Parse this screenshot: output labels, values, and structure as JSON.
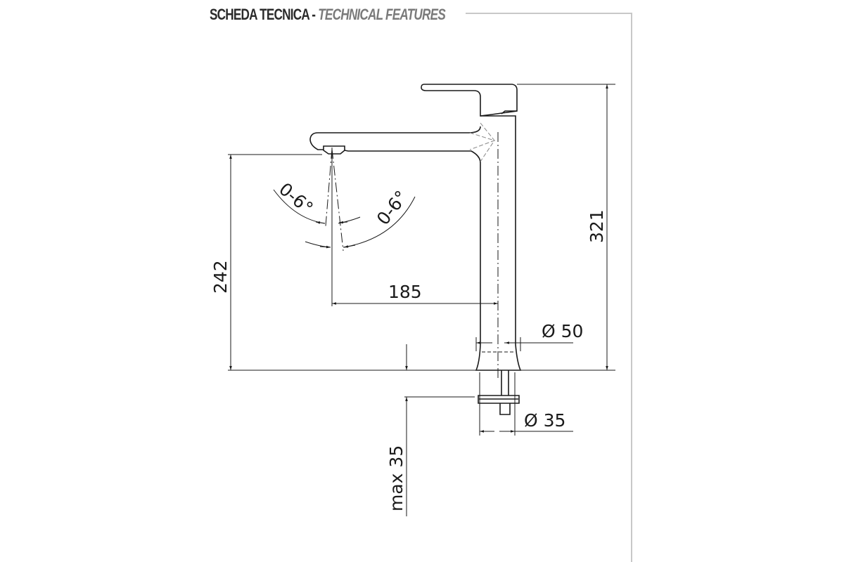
{
  "header": {
    "title_it": "SCHEDA TECNICA -",
    "title_en": "TECHNICAL FEATURES"
  },
  "dimensions": {
    "spout_height": "242",
    "total_height": "321",
    "spout_reach": "185",
    "body_diameter": "Ø 50",
    "shank_diameter": "Ø 35",
    "max_deck_thickness": "max 35",
    "angle_left": "0-6°",
    "angle_right": "0-6°"
  }
}
